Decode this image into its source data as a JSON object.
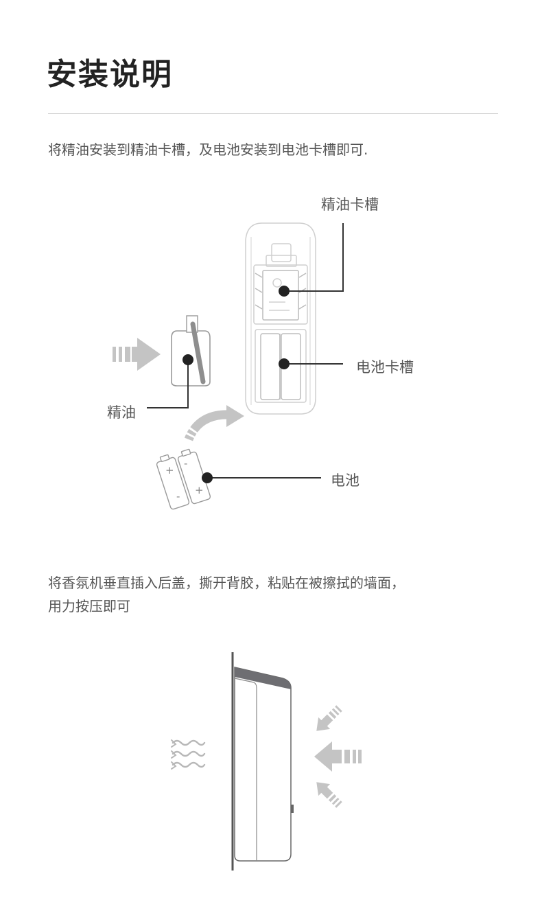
{
  "title": "安装说明",
  "step1": {
    "text": "将精油安装到精油卡槽，及电池安装到电池卡槽即可."
  },
  "figure1": {
    "labels": {
      "oil_slot": "精油卡槽",
      "battery_slot": "电池卡槽",
      "oil": "精油",
      "battery": "电池"
    },
    "battery_signs": {
      "plus": "+",
      "minus": "-"
    }
  },
  "step2": {
    "line1": "将香氛机垂直插入后盖，撕开背胶，粘贴在被擦拭的墙面，",
    "line2": "用力按压即可"
  },
  "colors": {
    "text": "#555555",
    "title": "#222222",
    "divider": "#d2d2d2",
    "arrow_gray": "#c4c4c4",
    "dot": "#222222",
    "device_top": "#6e6e72"
  }
}
